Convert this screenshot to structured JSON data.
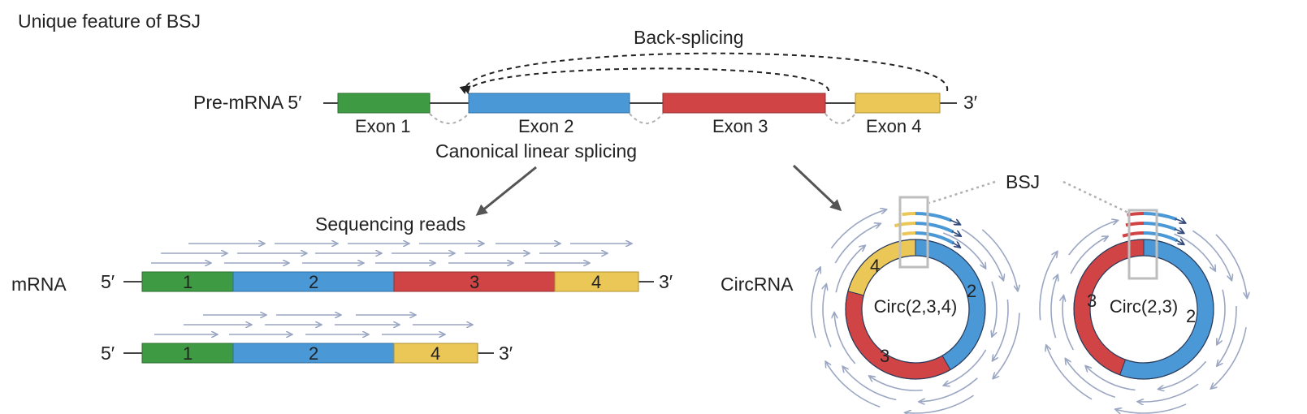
{
  "title": "Unique feature of BSJ",
  "labels": {
    "back_splicing": "Back-splicing",
    "pre_mrna": "Pre-mRNA 5′",
    "three_prime": "3′",
    "five_prime": "5′",
    "canonical": "Canonical linear splicing",
    "sequencing_reads": "Sequencing reads",
    "mrna": "mRNA",
    "circrna": "CircRNA",
    "bsj": "BSJ"
  },
  "exons": [
    {
      "label": "Exon 1",
      "color": "#3f9a44"
    },
    {
      "label": "Exon 2",
      "color": "#4a98d6"
    },
    {
      "label": "Exon 3",
      "color": "#d04445"
    },
    {
      "label": "Exon 4",
      "color": "#eac757"
    }
  ],
  "mrna1_numbers": [
    "1",
    "2",
    "3",
    "4"
  ],
  "mrna2_numbers": [
    "1",
    "2",
    "4"
  ],
  "circ1": {
    "name": "Circ(2,3,4)",
    "numbers": [
      "2",
      "3",
      "4"
    ]
  },
  "circ2": {
    "name": "Circ(2,3)",
    "numbers": [
      "2",
      "3"
    ]
  },
  "colors": {
    "read": "#9aa6c2",
    "line": "#444444",
    "arrow": "#555555",
    "box": "#bdbdbd"
  }
}
